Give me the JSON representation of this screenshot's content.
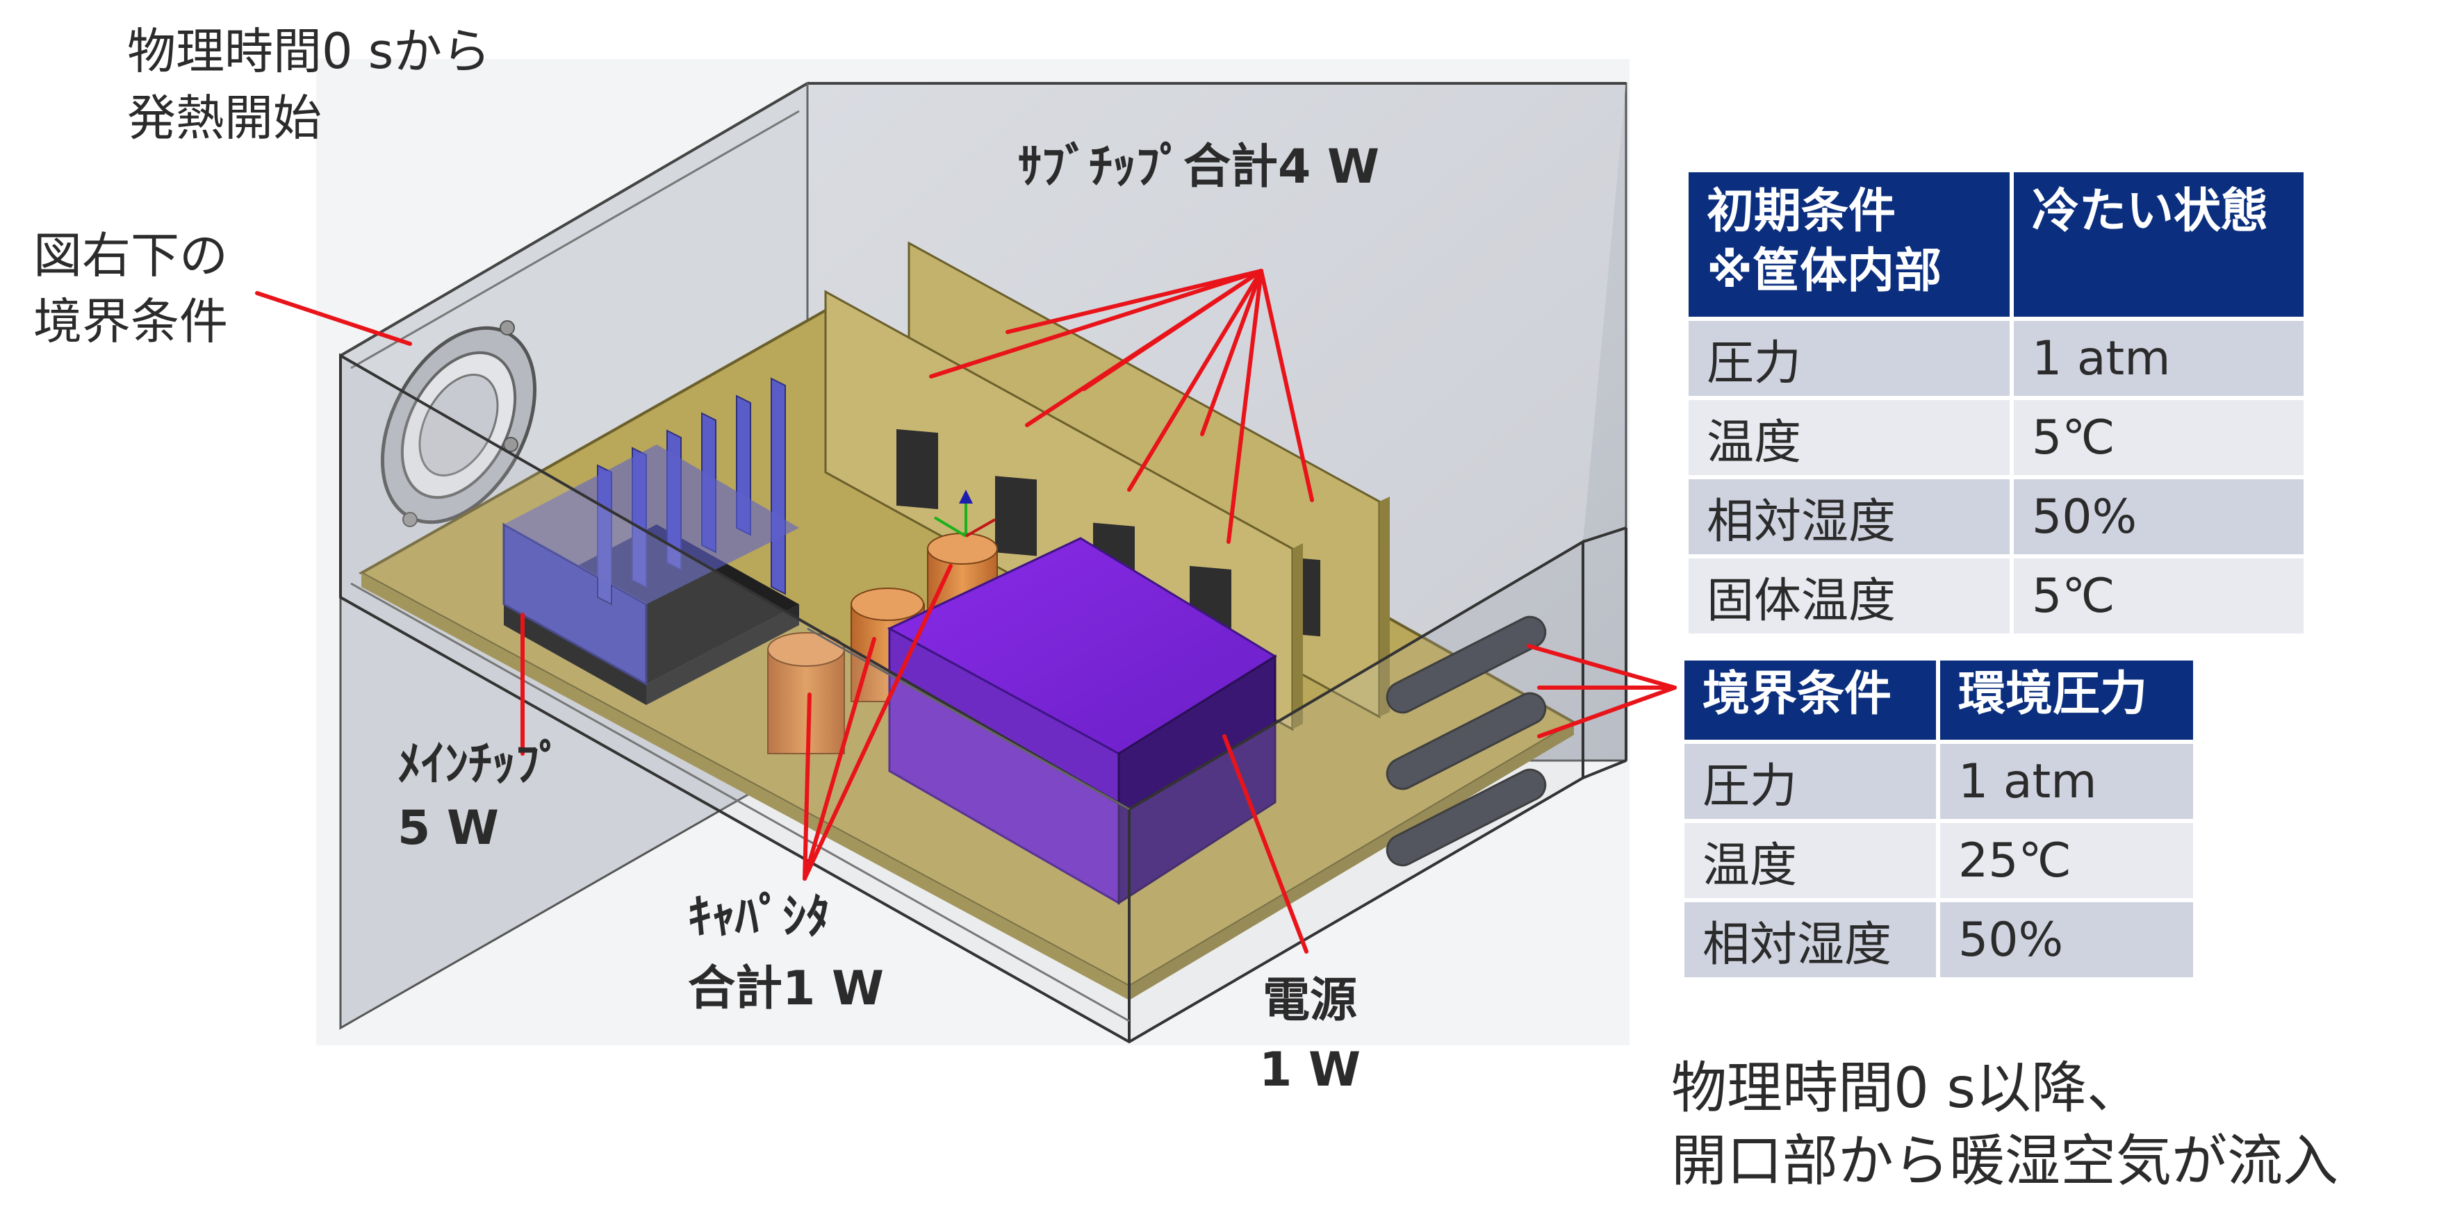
{
  "notes": {
    "start_line1": "物理時間0 sから",
    "start_line2": "発熱開始",
    "boundary_line1": "図右下の",
    "boundary_line2": "境界条件",
    "inflow_line1": "物理時間0 s以降、",
    "inflow_line2": "開口部から暖湿空気が流入"
  },
  "labels": {
    "sub_chip": "ｻﾌﾞﾁｯﾌﾟ合計4 W",
    "main_chip_name": "ﾒｲﾝﾁｯﾌﾟ",
    "main_chip_power": "5 W",
    "capacitor_name": "ｷｬﾊﾟｼﾀ",
    "capacitor_power": "合計1 W",
    "power_supply_name": "電源",
    "power_supply_power": "1 W"
  },
  "initial_table": {
    "header_col1_line1": "初期条件",
    "header_col1_line2": "※筐体内部",
    "header_col2": "冷たい状態",
    "rows": [
      {
        "label": "圧力",
        "value": "1 atm"
      },
      {
        "label": "温度",
        "value": "5℃"
      },
      {
        "label": "相対湿度",
        "value": "50%"
      },
      {
        "label": "固体温度",
        "value": "5℃"
      }
    ]
  },
  "boundary_table": {
    "header_col1": "境界条件",
    "header_col2": "環境圧力",
    "rows": [
      {
        "label": "圧力",
        "value": "1 atm"
      },
      {
        "label": "温度",
        "value": "25℃"
      },
      {
        "label": "相対湿度",
        "value": "50%"
      }
    ]
  },
  "colors": {
    "leader_line": "#e8141a",
    "table_header": "#0b2f7e",
    "row_odd": "#cfd3df",
    "row_even": "#e8eaf0",
    "board": "#b9a75a",
    "heatsink": "#4d50b8",
    "capacitor": "#d9823a",
    "power_supply": "#7a2ad6",
    "chip": "#2e2e2e",
    "enclosure": "#c9ccd2"
  }
}
